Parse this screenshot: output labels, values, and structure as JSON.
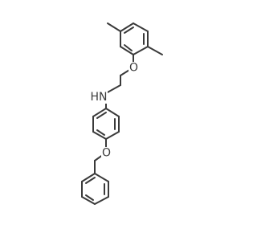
{
  "molecule": {
    "atoms": {
      "nitrogen": "HN",
      "ether_oxygen_top": "O",
      "ether_oxygen_bottom": "O"
    },
    "colors": {
      "bond": "#3a3a3a",
      "label": "#3a3a3a",
      "background": "#ffffff"
    }
  }
}
